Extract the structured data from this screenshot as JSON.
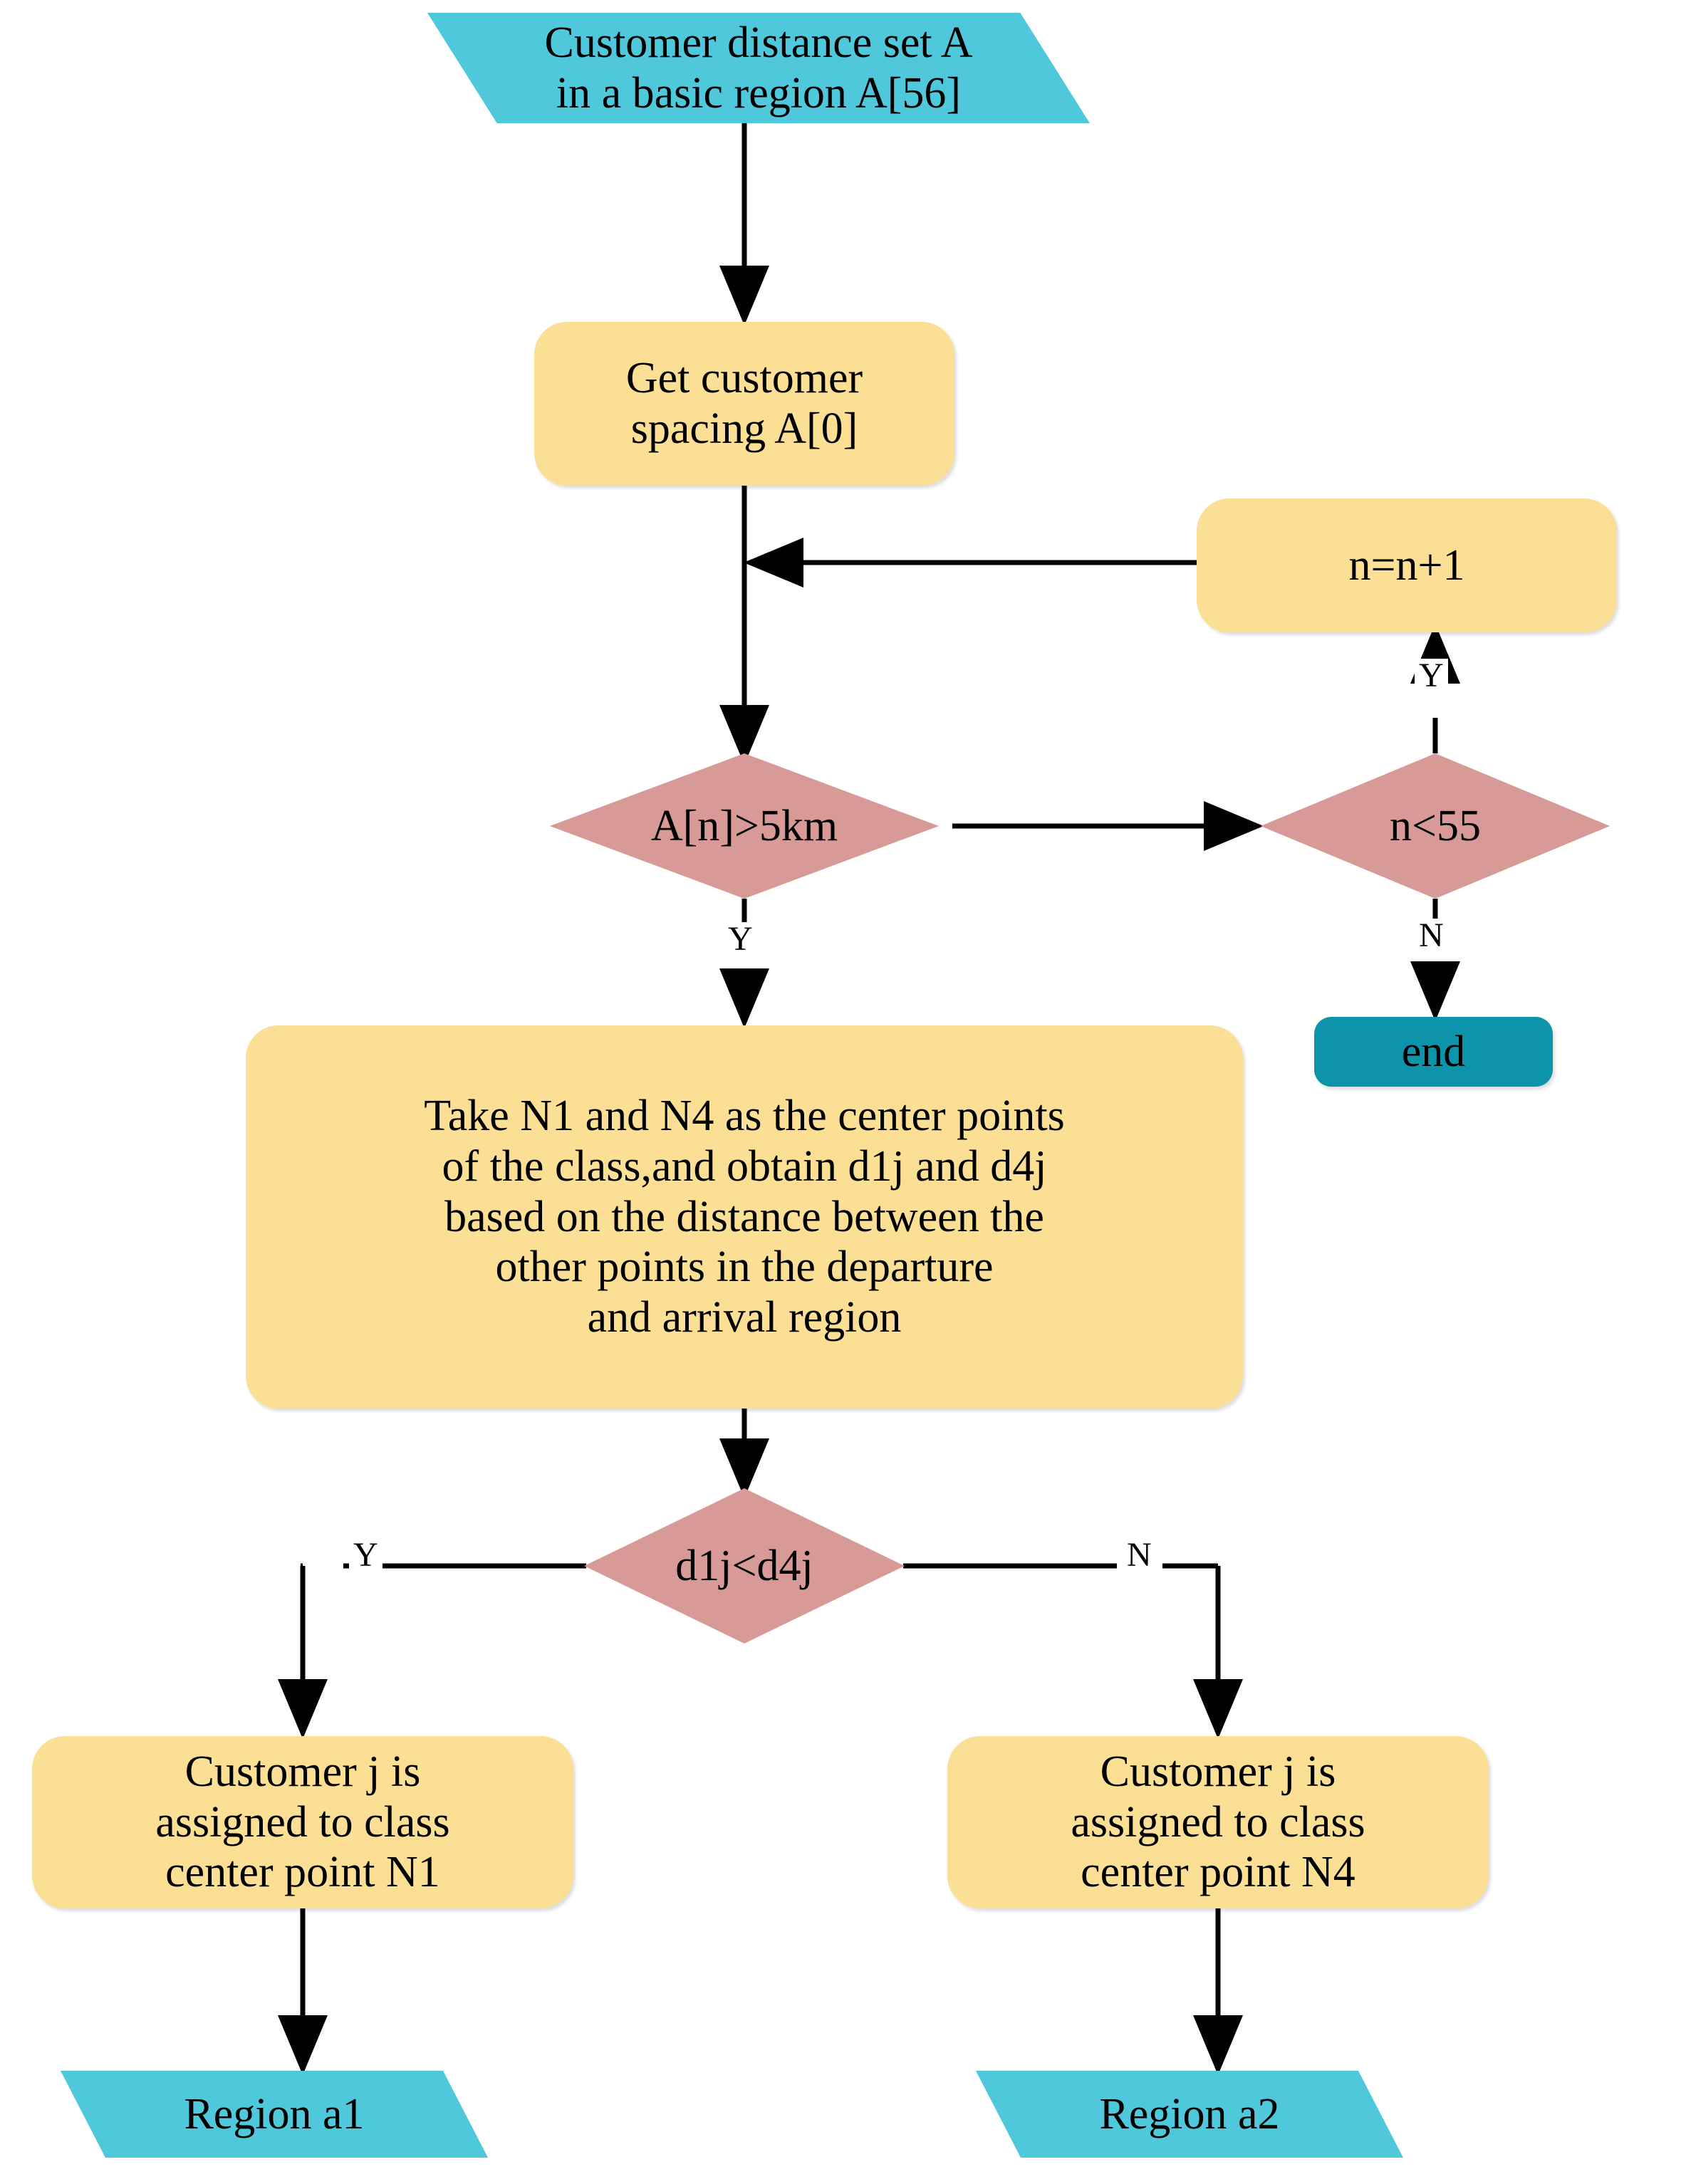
{
  "diagram": {
    "title": "Customer region clustering flowchart",
    "colors": {
      "io_fill": "#4ec8da",
      "process_fill": "#fadf94",
      "decision_fill": "#d79a96",
      "terminator_fill": "#0d94ab",
      "line": "#000000",
      "text": "#000000",
      "background": "#ffffff"
    },
    "nodes": [
      {
        "id": "start",
        "type": "io-parallelogram",
        "text": "Customer distance set A\nin a basic region A[56]"
      },
      {
        "id": "get-spacing",
        "type": "process",
        "text": "Get customer\nspacing A[0]"
      },
      {
        "id": "increment",
        "type": "process",
        "text": "n=n+1"
      },
      {
        "id": "dist-check",
        "type": "decision",
        "text": "A[n]>5km"
      },
      {
        "id": "loop-check",
        "type": "decision",
        "text": "n<55"
      },
      {
        "id": "end",
        "type": "terminator",
        "text": "end"
      },
      {
        "id": "take-centers",
        "type": "process",
        "text": "Take N1 and N4 as the center points\nof the class,and obtain d1j and d4j\nbased on the distance between the\nother points in the departure\nand arrival region"
      },
      {
        "id": "compare-d",
        "type": "decision",
        "text": "d1j<d4j"
      },
      {
        "id": "assign-n1",
        "type": "process",
        "text": "Customer j is\nassigned to class\ncenter point N1"
      },
      {
        "id": "assign-n4",
        "type": "process",
        "text": "Customer j is\nassigned to class\ncenter point N4"
      },
      {
        "id": "region-a1",
        "type": "io-parallelogram",
        "text": "Region a1"
      },
      {
        "id": "region-a2",
        "type": "io-parallelogram",
        "text": "Region a2"
      }
    ],
    "edges": [
      {
        "id": "e-start-get",
        "from": "start",
        "to": "get-spacing",
        "label": ""
      },
      {
        "id": "e-get-dist",
        "from": "get-spacing",
        "to": "dist-check",
        "label": ""
      },
      {
        "id": "e-dist-loop",
        "from": "dist-check",
        "to": "loop-check",
        "label": ""
      },
      {
        "id": "e-loop-inc",
        "from": "loop-check",
        "to": "increment",
        "label": "Y",
        "style": "dashed"
      },
      {
        "id": "e-inc-main",
        "from": "increment",
        "to": "get-spacing",
        "label": ""
      },
      {
        "id": "e-loop-end",
        "from": "loop-check",
        "to": "end",
        "label": "N"
      },
      {
        "id": "e-dist-take",
        "from": "dist-check",
        "to": "take-centers",
        "label": "Y"
      },
      {
        "id": "e-take-compare",
        "from": "take-centers",
        "to": "compare-d",
        "label": ""
      },
      {
        "id": "e-compare-n1",
        "from": "compare-d",
        "to": "assign-n1",
        "label": "Y"
      },
      {
        "id": "e-compare-n4",
        "from": "compare-d",
        "to": "assign-n4",
        "label": "N"
      },
      {
        "id": "e-n1-a1",
        "from": "assign-n1",
        "to": "region-a1",
        "label": ""
      },
      {
        "id": "e-n4-a2",
        "from": "assign-n4",
        "to": "region-a2",
        "label": ""
      }
    ]
  }
}
